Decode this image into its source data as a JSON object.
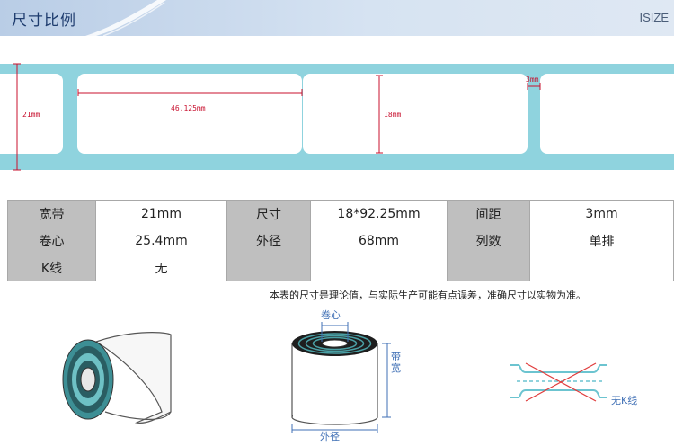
{
  "header": {
    "title": "尺寸比例",
    "brand": "ISIZE"
  },
  "strip": {
    "band_color": "#8fd3de",
    "dim_width": "21mm",
    "dim_length": "46.125mm",
    "dim_height": "18mm",
    "dim_gap": "3mm"
  },
  "spec_table": {
    "rows": [
      [
        "宽带",
        "21mm",
        "尺寸",
        "18*92.25mm",
        "间距",
        "3mm"
      ],
      [
        "卷心",
        "25.4mm",
        "外径",
        "68mm",
        "列数",
        "单排"
      ],
      [
        "K线",
        "无",
        "",
        "",
        "",
        ""
      ]
    ]
  },
  "note": "本表的尺寸是理论值，与实际生产可能有点误差，准确尺寸以实物为准。",
  "illustrations": {
    "core_label": "卷心",
    "band_label": "带宽",
    "outer_label": "外径",
    "no_k_line_label": "无K线"
  }
}
